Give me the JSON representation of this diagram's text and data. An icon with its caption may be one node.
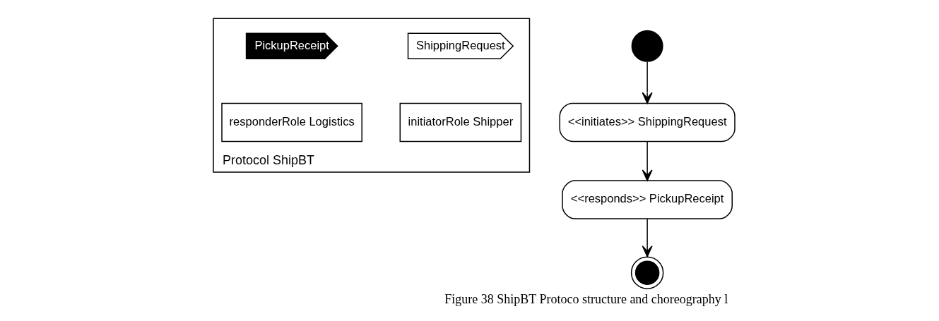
{
  "diagram": {
    "caption": "Figure 38 ShipBT Protoco structure and choreography l",
    "nodes": [
      {
        "text": [
          "Protocol ShipBT"
        ]
      },
      {
        "text": [
          "ShippingRequest"
        ],
        "in": 0
      },
      {
        "text": [
          "PickupReceipt"
        ],
        "in": 0
      },
      {
        "text": [
          "initiatorRole Shipper"
        ],
        "in": 0
      },
      {
        "text": [
          "responderRole Logistics"
        ],
        "in": 0
      },
      {
        "text": [],
        "shape": "circle"
      },
      {
        "text": [
          "<<initiates>> ShippingRequest"
        ]
      },
      {
        "text": [
          "<<responds>> PickupReceipt"
        ]
      },
      {
        "text": [],
        "shape": "circle"
      }
    ],
    "edges": [
      {
        "from": 5,
        "to": 6,
        "arrow": "to"
      },
      {
        "from": 6,
        "to": 7,
        "arrow": "to"
      },
      {
        "from": 7,
        "to": 8,
        "arrow": "to"
      }
    ]
  }
}
